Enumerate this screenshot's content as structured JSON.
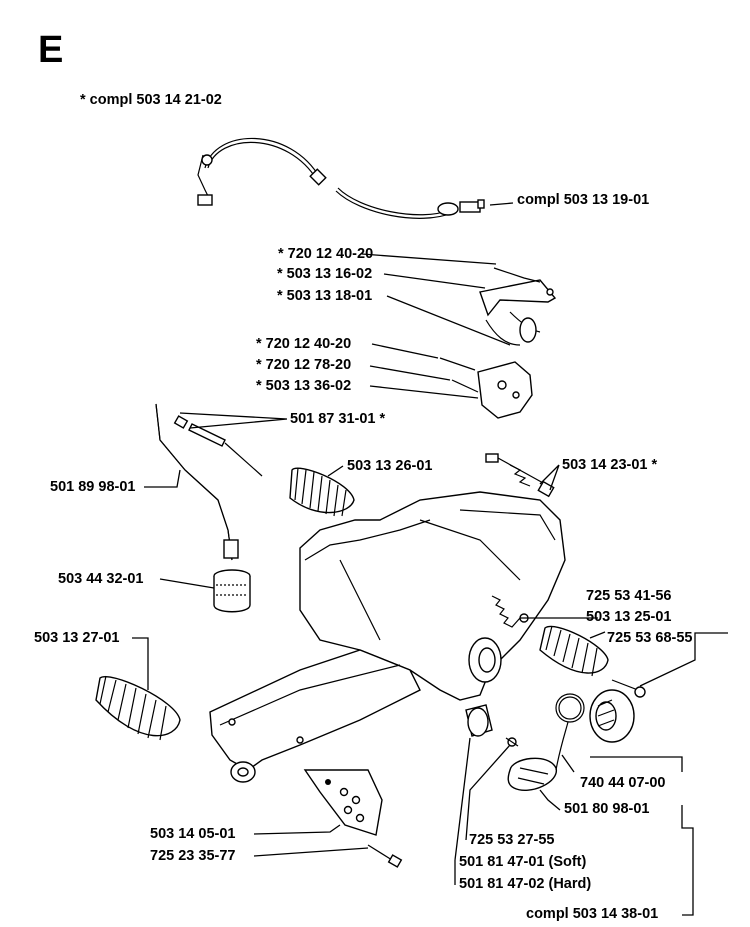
{
  "section": "E",
  "note": "* compl 503 14 21-02",
  "labels": [
    "compl 503 13 19-01",
    "* 720 12 40-20",
    "* 503 13 16-02",
    "* 503 13 18-01",
    "* 720 12 40-20",
    "* 720 12 78-20",
    "* 503 13 36-02",
    "501 87 31-01 *",
    "503 13 26-01",
    "503 14 23-01 *",
    "501 89 98-01",
    "503 44 32-01",
    "725 53 41-56",
    "503 13 25-01",
    "725 53 68-55",
    "503 13 27-01",
    "740 44 07-00",
    "501 80 98-01",
    "503 14 05-01",
    "725 23 35-77",
    "725 53 27-55",
    "501 81 47-01 (Soft)",
    "501 81 47-02 (Hard)",
    "compl 503 14 38-01"
  ]
}
